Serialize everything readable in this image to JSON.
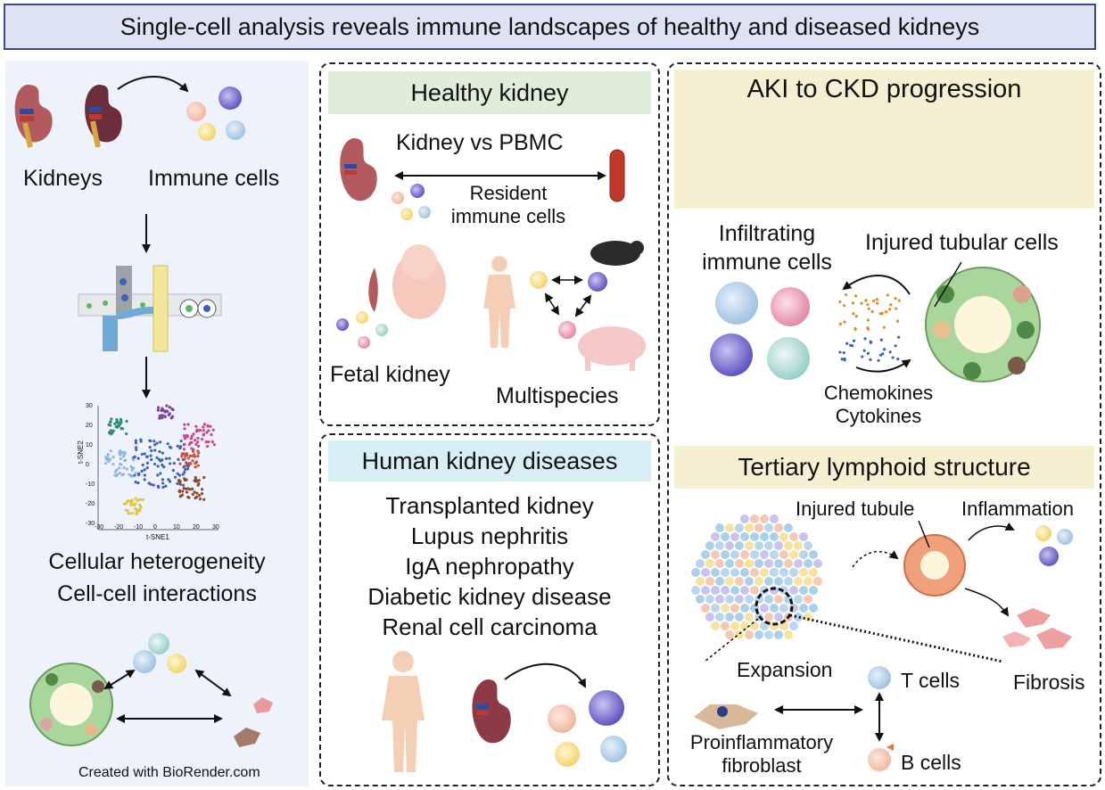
{
  "title": "Single-cell analysis reveals immune landscapes of healthy and diseased kidneys",
  "left": {
    "kidneys_label": "Kidneys",
    "immune_label": "Immune cells",
    "tsne_xlabel": "t-SNE1",
    "tsne_ylabel": "t-SNE2",
    "tsne_xticks": [
      "-30",
      "-20",
      "-10",
      "0",
      "10",
      "20",
      "30"
    ],
    "tsne_yticks": [
      "30",
      "20",
      "10",
      "0",
      "-10",
      "-20",
      "-30"
    ],
    "heterogeneity": "Cellular heterogeneity",
    "interactions": "Cell-cell interactions",
    "credit": "Created with BioRender.com"
  },
  "healthy": {
    "header": "Healthy kidney",
    "kidney_vs_pbmc": "Kidney vs PBMC",
    "resident_1": "Resident",
    "resident_2": "immune cells",
    "fetal": "Fetal kidney",
    "multispecies": "Multispecies"
  },
  "diseases": {
    "header": "Human kidney diseases",
    "items": [
      "Transplanted kidney",
      "Lupus nephritis",
      "IgA nephropathy",
      "Diabetic kidney disease",
      "Renal cell carcinoma"
    ]
  },
  "aki": {
    "header": "AKI to CKD progression",
    "infiltrating_1": "Infiltrating",
    "infiltrating_2": "immune cells",
    "injured_tubular": "Injured tubular cells",
    "chemokines": "Chemokines",
    "cytokines": "Cytokines"
  },
  "tls": {
    "header": "Tertiary lymphoid structure",
    "injured_tubule": "Injured tubule",
    "inflammation": "Inflammation",
    "expansion": "Expansion",
    "t_cells": "T cells",
    "fibrosis": "Fibrosis",
    "proinflammatory_1": "Proinflammatory",
    "proinflammatory_2": "fibroblast",
    "b_cells": "B cells"
  },
  "colors": {
    "title_bg": "#dde3f3",
    "title_border": "#3c4a7e",
    "left_panel_bg": "#eef2fa",
    "healthy_header_bg": "#dfeed8",
    "diseases_header_bg": "#d6eef4",
    "aki_header_bg": "#f6f0d2",
    "kidney": "#8b3a46",
    "kidney_dark": "#5b2a33"
  }
}
